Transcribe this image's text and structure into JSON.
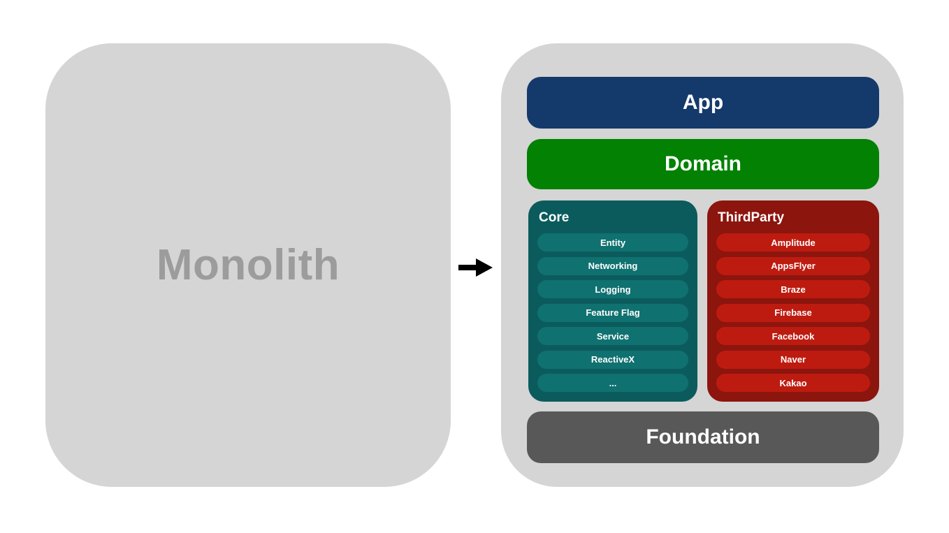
{
  "colors": {
    "canvas": "#FFFFFF",
    "box_gray": "#D5D5D5",
    "monolith_text": "#9C9C9C",
    "app_navy": "#14396B",
    "domain_green": "#028103",
    "core_teal": "#0B5B5D",
    "core_pill_teal": "#0F7170",
    "thirdparty_red": "#8C150E",
    "thirdparty_pill_red": "#BE1B10",
    "foundation_gray": "#585858",
    "arrow_black": "#000000"
  },
  "monolith": {
    "label": "Monolith"
  },
  "arrow": {
    "icon": "right-arrow"
  },
  "modular": {
    "app": {
      "label": "App"
    },
    "domain": {
      "label": "Domain"
    },
    "core": {
      "title": "Core",
      "items": [
        "Entity",
        "Networking",
        "Logging",
        "Feature Flag",
        "Service",
        "ReactiveX",
        "..."
      ]
    },
    "thirdparty": {
      "title": "ThirdParty",
      "items": [
        "Amplitude",
        "AppsFlyer",
        "Braze",
        "Firebase",
        "Facebook",
        "Naver",
        "Kakao"
      ]
    },
    "foundation": {
      "label": "Foundation"
    }
  }
}
